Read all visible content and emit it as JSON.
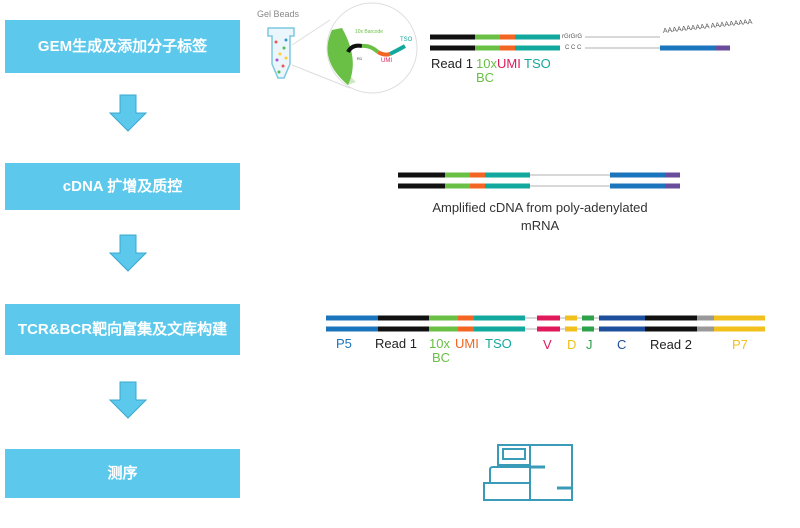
{
  "steps": [
    {
      "label": "GEM生成及添加分子标签"
    },
    {
      "label": "cDNA 扩增及质控"
    },
    {
      "label": "TCR&BCR靶向富集及文库构建"
    },
    {
      "label": "测序"
    }
  ],
  "gem": {
    "gel_beads": "Gel Beads",
    "barcode": "10x Barcode",
    "tso": "TSO",
    "umi": "UMI",
    "r1": "R1",
    "rgrgrg": "rGrGrG",
    "ccc": "C C C",
    "polya": "AAAAAAAAAA AAAAAAAAA",
    "labels": {
      "read1": "Read 1",
      "bc1": "10x",
      "bc2": "BC",
      "umi": "UMI",
      "tso": "TSO"
    }
  },
  "cdna": {
    "caption_line1": "Amplified cDNA  from poly-adenylated",
    "caption_line2": "mRNA"
  },
  "library": {
    "labels": {
      "p5": "P5",
      "read1": "Read 1",
      "bc1": "10x",
      "bc2": "BC",
      "umi": "UMI",
      "tso": "TSO",
      "v": "V",
      "d": "D",
      "j": "J",
      "c": "C",
      "read2": "Read 2",
      "p7": "P7"
    }
  },
  "colors": {
    "step": "#5bc8ec",
    "black": "#111111",
    "green": "#6abf45",
    "orange": "#f26522",
    "teal": "#13a89e",
    "blue": "#1b75bc",
    "purple": "#6a4c9c",
    "red": "#e0195a",
    "yellow": "#f2c01c",
    "darkgreen": "#2ea24a",
    "navy": "#1d4f9c",
    "gray": "#999999"
  }
}
